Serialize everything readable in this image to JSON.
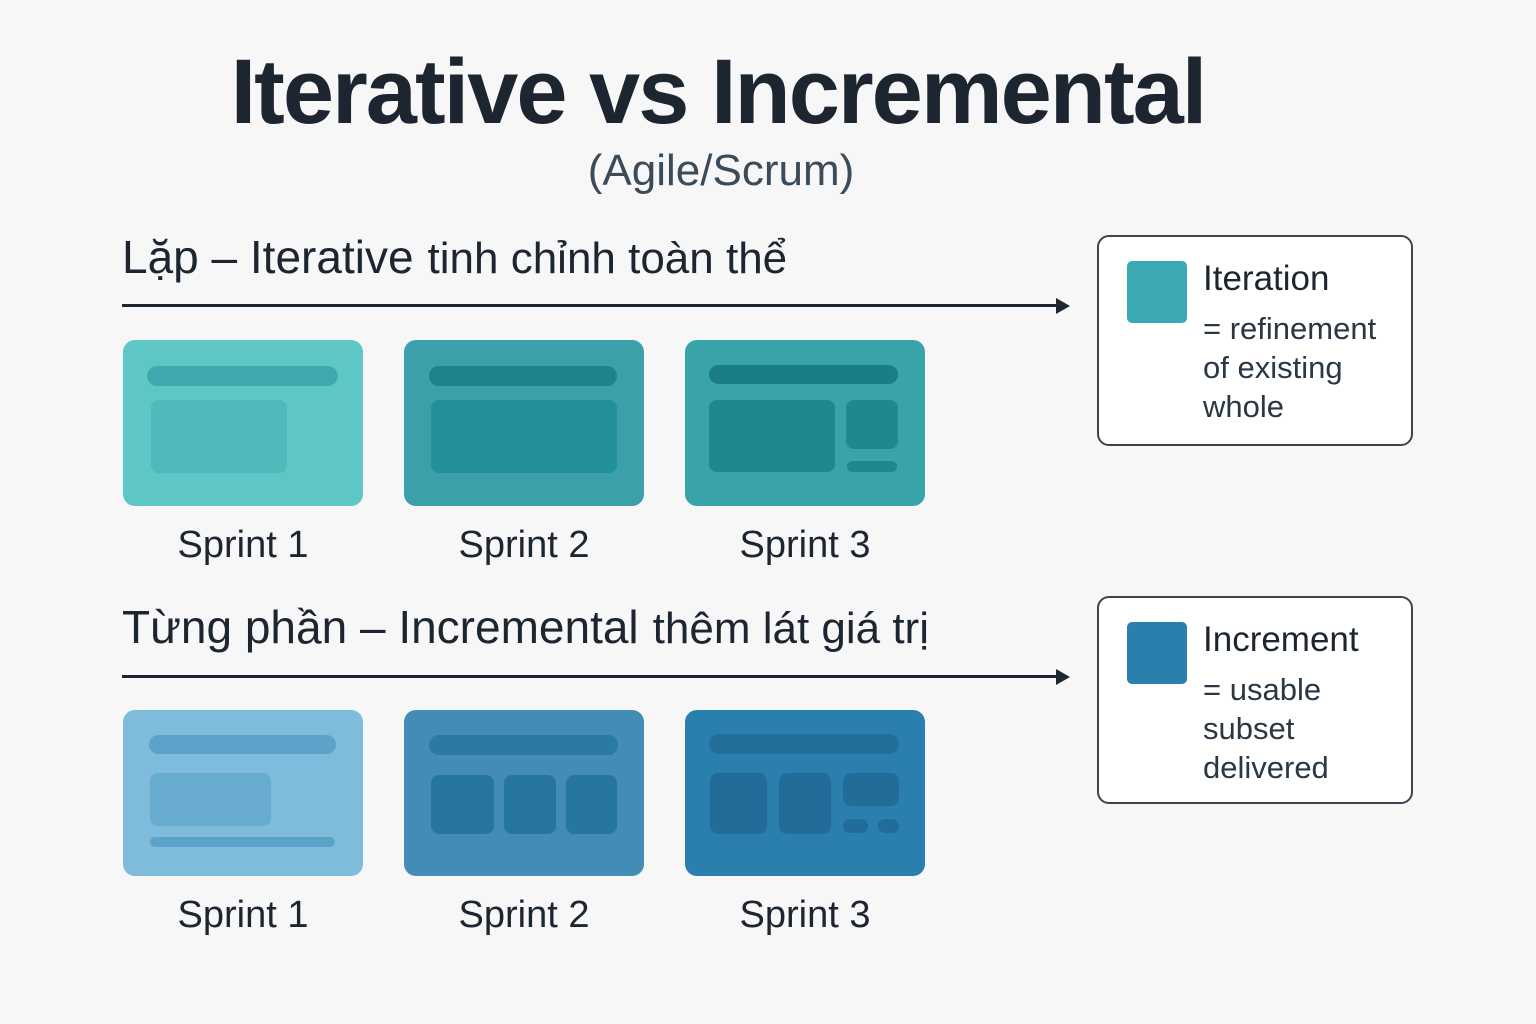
{
  "header": {
    "title": "Iterative vs Incremental",
    "subtitle": "(Agile/Scrum)"
  },
  "colors": {
    "background": "#f7f7f7",
    "text": "#1d2630",
    "iteration_swatch": "#3aa9b4",
    "increment_swatch": "#2a7fae"
  },
  "sections": [
    {
      "id": "iterative",
      "heading_main": "Lặp – Iterative",
      "heading_note": "tinh chỉnh toàn thể",
      "sprints": [
        {
          "label": "Sprint 1",
          "card_color": "#5ec7c6",
          "inner_color": "#4fb9bb",
          "bar_color": "#3eaab0"
        },
        {
          "label": "Sprint 2",
          "card_color": "#3ba0aa",
          "inner_color": "#22909a",
          "bar_color": "#1f838e"
        },
        {
          "label": "Sprint 3",
          "card_color": "#38a3a9",
          "inner_color": "#1f8790",
          "bar_color": "#1b7d86"
        }
      ],
      "legend": {
        "title": "Iteration",
        "description": "= refinement of existing whole"
      }
    },
    {
      "id": "incremental",
      "heading_main": "Từng phần – Incremental",
      "heading_note": "thêm lát giá trị",
      "sprints": [
        {
          "label": "Sprint 1",
          "card_color": "#7fbbdb",
          "inner_color": "#67acce",
          "bar_color": "#5ba3c8"
        },
        {
          "label": "Sprint 2",
          "card_color": "#428cb5",
          "inner_color": "#2776a0",
          "bar_color": "#2a7aa4"
        },
        {
          "label": "Sprint 3",
          "card_color": "#2b7fae",
          "inner_color": "#216c98",
          "bar_color": "#226e9a"
        }
      ],
      "legend": {
        "title": "Increment",
        "description": "= usable subset delivered"
      }
    }
  ]
}
